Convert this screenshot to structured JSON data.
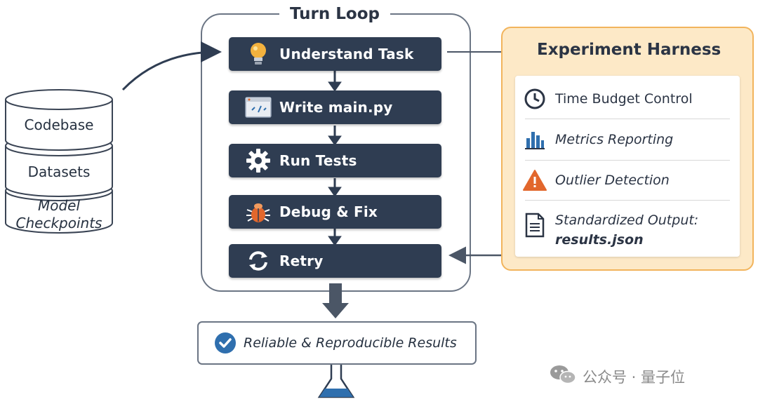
{
  "turn_loop": {
    "title": "Turn Loop",
    "steps": [
      {
        "label": "Understand Task",
        "icon": "lightbulb-icon"
      },
      {
        "label": "Write main.py",
        "icon": "code-window-icon"
      },
      {
        "label": "Run Tests",
        "icon": "gear-icon"
      },
      {
        "label": "Debug & Fix",
        "icon": "bug-icon"
      },
      {
        "label": "Retry",
        "icon": "refresh-icon"
      }
    ]
  },
  "inputs": {
    "items": [
      "Codebase",
      "Datasets",
      "Model Checkpoints"
    ],
    "model_line1": "Model",
    "model_line2": "Checkpoints"
  },
  "harness": {
    "title": "Experiment Harness",
    "items": [
      {
        "label": "Time Budget Control",
        "icon": "clock-icon"
      },
      {
        "label": "Metrics Reporting",
        "icon": "bar-chart-icon"
      },
      {
        "label": "Outlier Detection",
        "icon": "warning-icon"
      },
      {
        "label": "Standardized Output:",
        "sub": "results.json",
        "icon": "document-icon"
      }
    ]
  },
  "result": {
    "label": "Reliable & Reproducible Results",
    "icon": "check-circle-icon"
  },
  "watermark": {
    "text": "公众号 · 量子位",
    "icon": "wechat-icon"
  },
  "colors": {
    "step_bg": "#2f3d52",
    "harness_bg": "#fde9c7",
    "harness_border": "#f2b45c",
    "accent_blue": "#2f6fae",
    "warning": "#e2672c"
  }
}
